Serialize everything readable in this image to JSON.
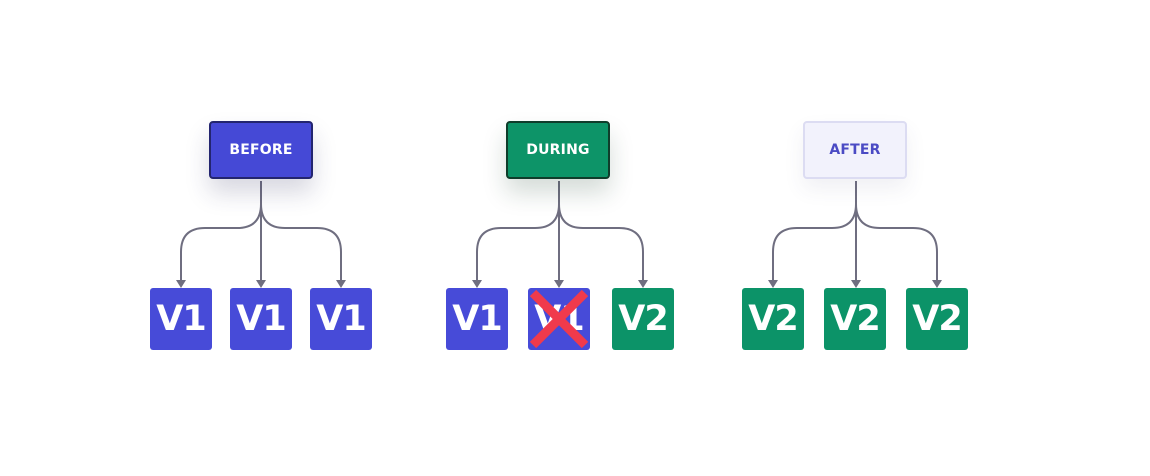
{
  "stages": [
    {
      "id": "before",
      "label": "BEFORE",
      "nodes": [
        {
          "label": "V1",
          "version": "v1",
          "removed": false
        },
        {
          "label": "V1",
          "version": "v1",
          "removed": false
        },
        {
          "label": "V1",
          "version": "v1",
          "removed": false
        }
      ]
    },
    {
      "id": "during",
      "label": "DURING",
      "nodes": [
        {
          "label": "V1",
          "version": "v1",
          "removed": false
        },
        {
          "label": "V1",
          "version": "v1",
          "removed": true
        },
        {
          "label": "V2",
          "version": "v2",
          "removed": false
        }
      ]
    },
    {
      "id": "after",
      "label": "AFTER",
      "nodes": [
        {
          "label": "V2",
          "version": "v2",
          "removed": false
        },
        {
          "label": "V2",
          "version": "v2",
          "removed": false
        },
        {
          "label": "V2",
          "version": "v2",
          "removed": false
        }
      ]
    }
  ],
  "colors": {
    "v1": "#474bd8",
    "v2": "#0c9368",
    "connector": "#6f6e80",
    "removed_mark": "#f03a4c"
  },
  "icons": {
    "removed": "x-mark-icon",
    "connector": "arrow-down-icon"
  }
}
